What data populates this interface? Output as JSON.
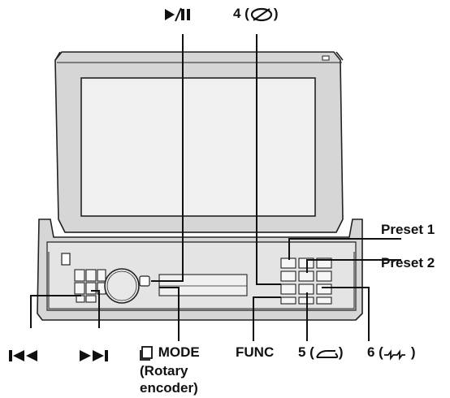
{
  "labels": {
    "play_pause_icon": "play-pause-icon",
    "repeat": {
      "text": "4 (",
      "close": ")",
      "icon": "repeat-icon"
    },
    "preset1": "Preset 1",
    "preset2": "Preset 2",
    "prev_icon": "skip-back-icon",
    "next_icon": "skip-forward-icon",
    "mode": {
      "text": "MODE",
      "icon": "mode-icon"
    },
    "rotary_line1": "(Rotary",
    "rotary_line2": "encoder)",
    "func": "FUNC",
    "key5": {
      "text": "5 (",
      "close": ")",
      "icon": "shuffle-icon"
    },
    "key6": {
      "text": "6 (",
      "close": ")",
      "icon": "scan-icon"
    }
  }
}
